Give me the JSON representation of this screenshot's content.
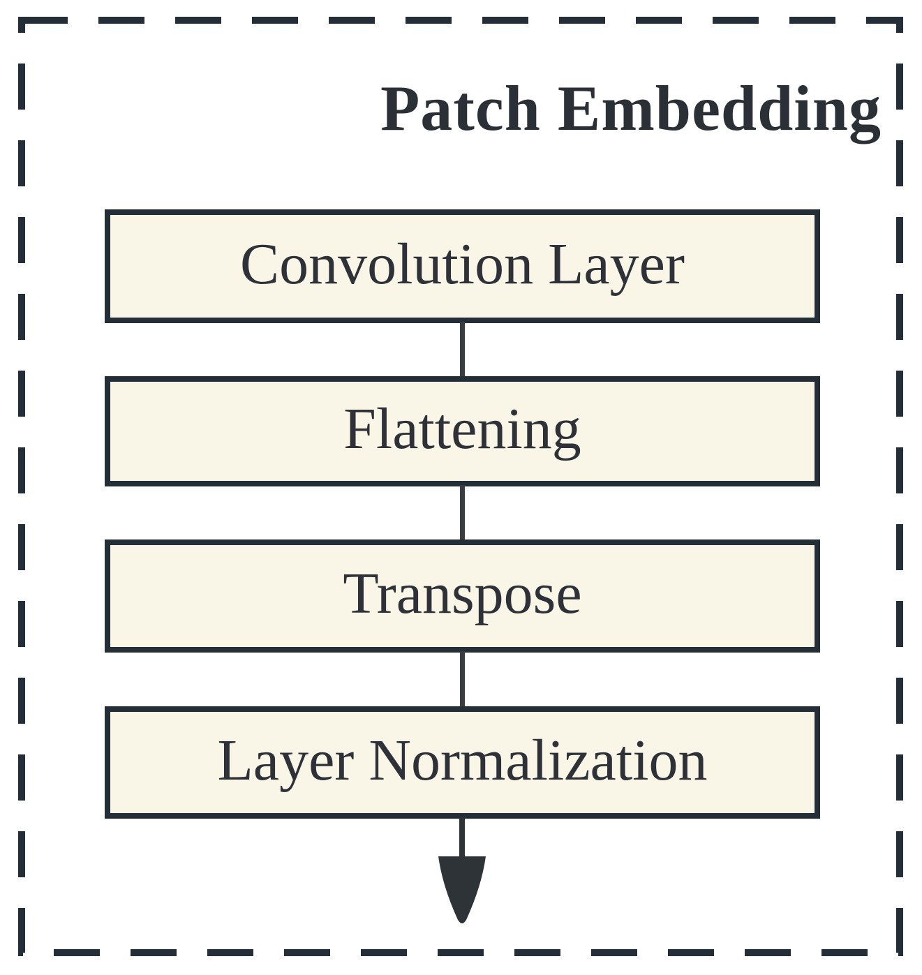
{
  "diagram": {
    "title": "Patch Embedding",
    "steps": [
      {
        "label": "Convolution Layer"
      },
      {
        "label": "Flattening"
      },
      {
        "label": "Transpose"
      },
      {
        "label": "Layer Normalization"
      }
    ],
    "flow": {
      "direction": "top-to-bottom",
      "output_arrow": "down-arrow"
    },
    "colors": {
      "box_fill": "#faf6e7",
      "box_border": "#232e37",
      "dashed_frame": "#242e38",
      "connector": "#3a3e42",
      "text": "#2e3238",
      "background": "#ffffff"
    }
  }
}
